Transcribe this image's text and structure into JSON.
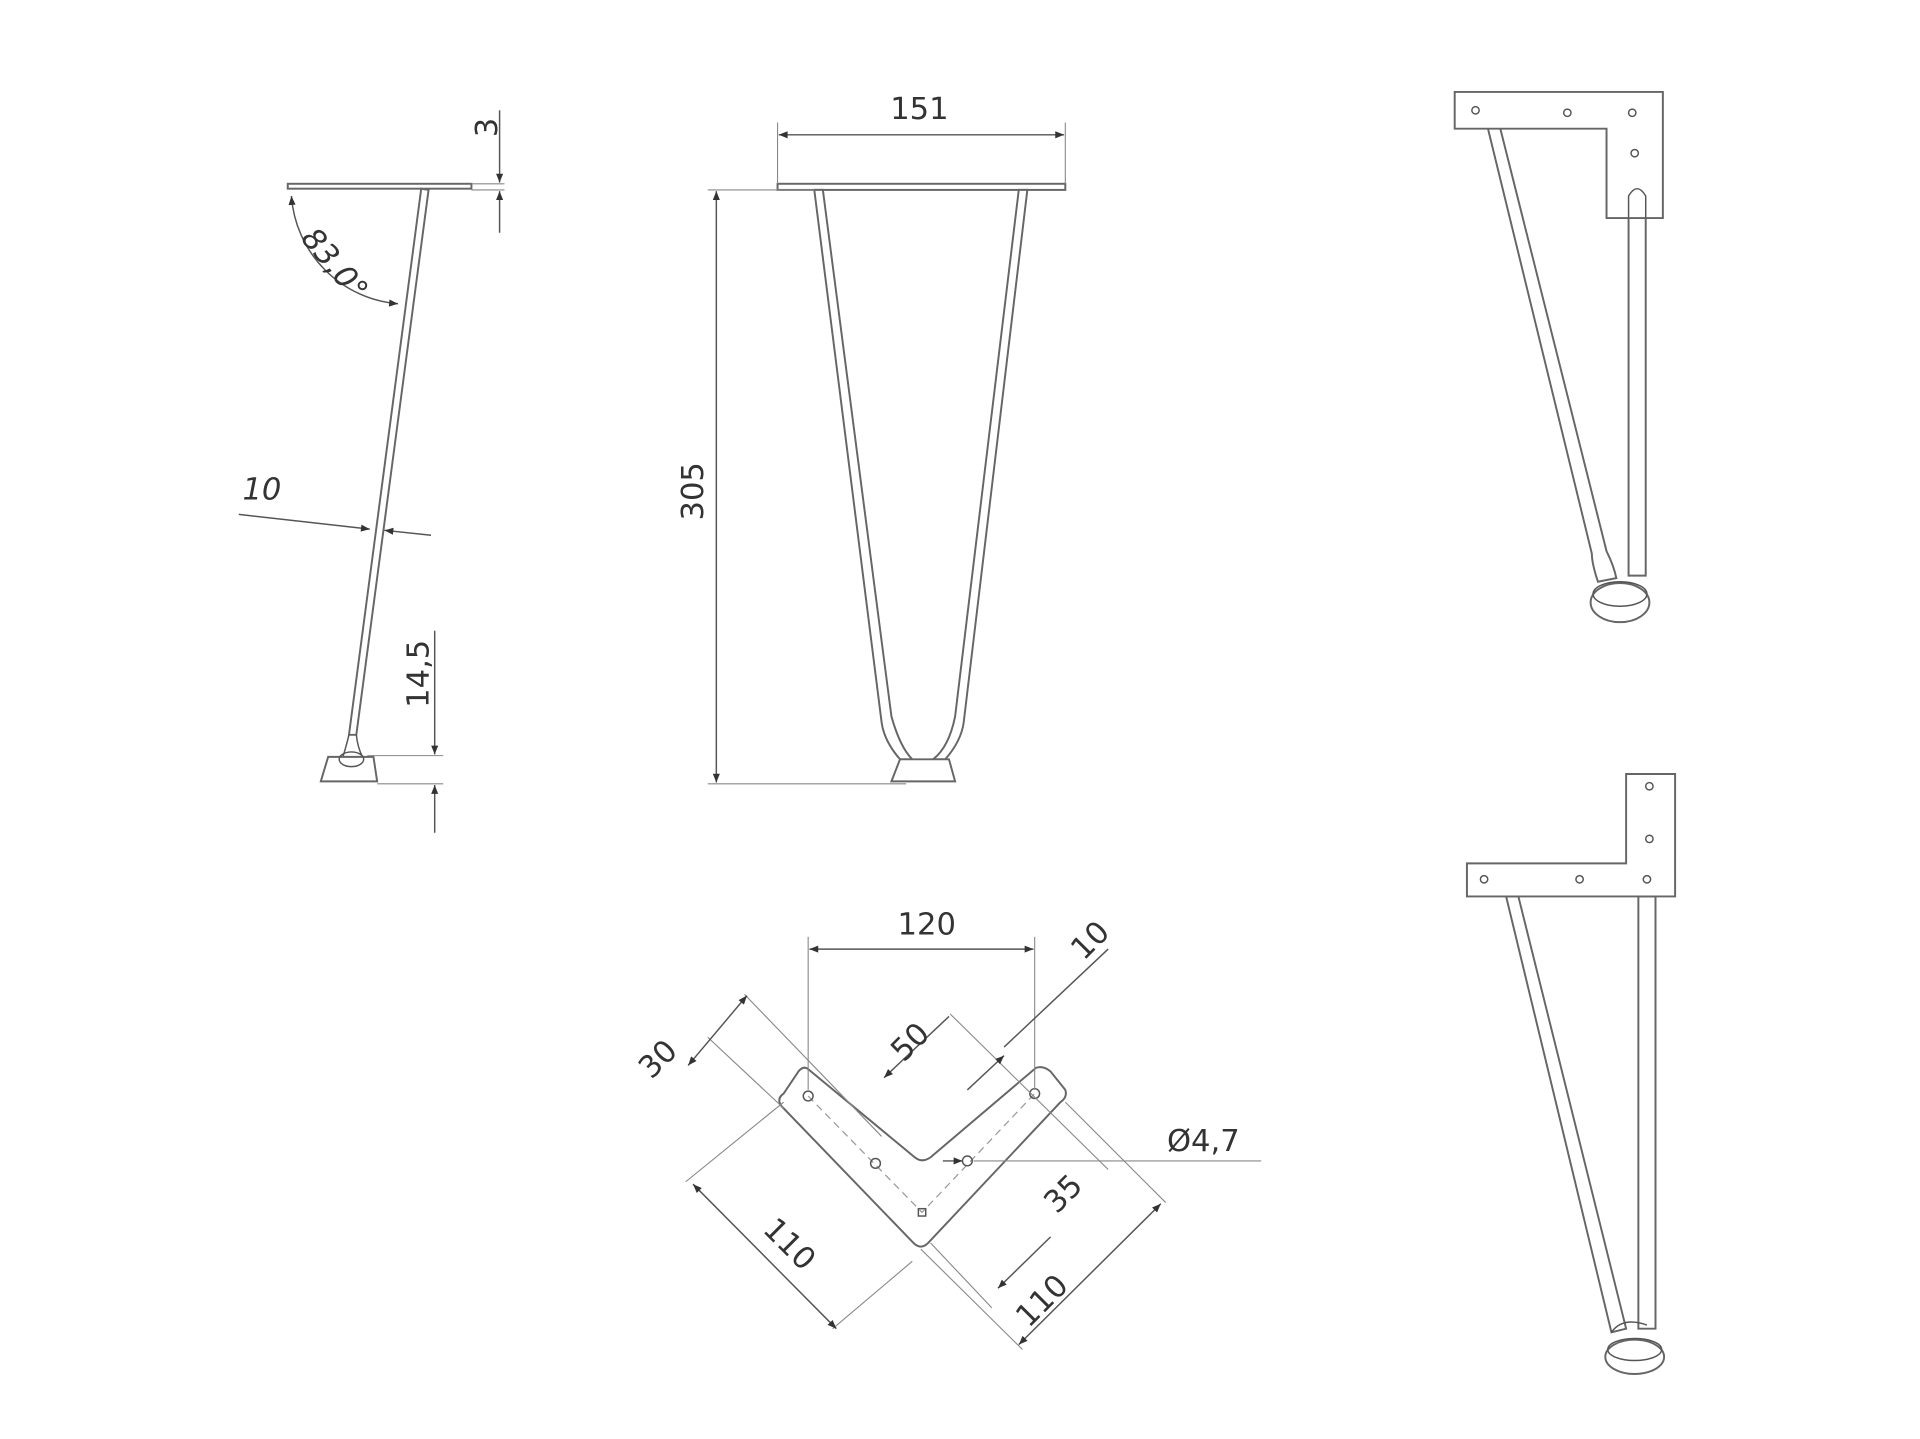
{
  "side_view": {
    "plate_thickness": "3",
    "angle": "83,0°",
    "rod_diameter": "10",
    "foot_height": "14,5"
  },
  "front_view": {
    "plate_width": "151",
    "height": "305"
  },
  "plate_view": {
    "span": "120",
    "edge_offset": "10",
    "plate_width": "30",
    "hole_spacing": "50",
    "hole_diameter": "Ø4,7",
    "inner_offset": "35",
    "arm_length_left": "110",
    "arm_length_right": "110"
  },
  "colors": {
    "line": "#555555",
    "background": "#ffffff"
  }
}
